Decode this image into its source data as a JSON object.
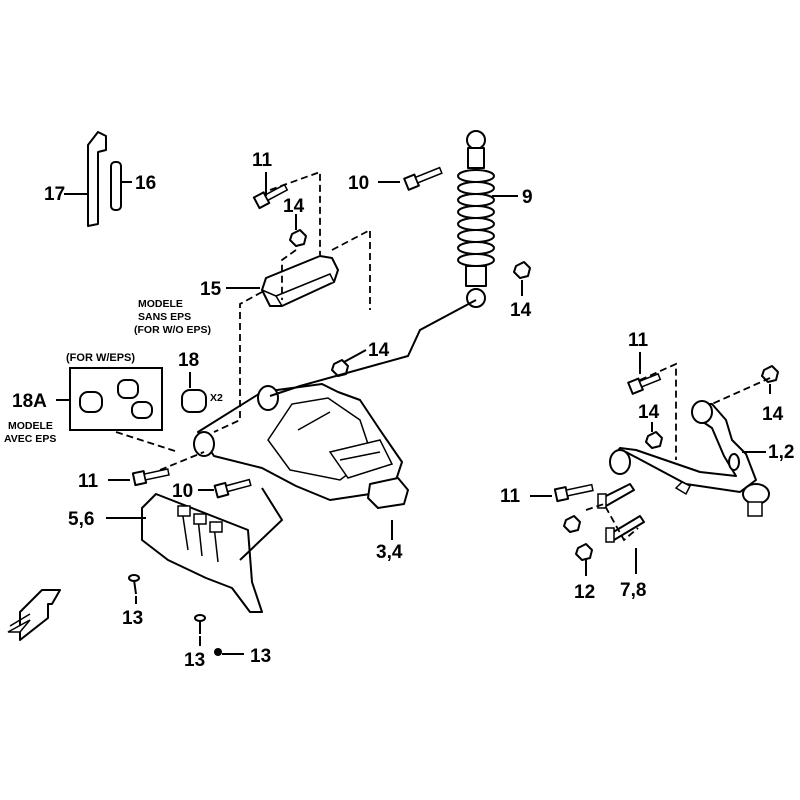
{
  "callouts": {
    "c1": "17",
    "c2": "16",
    "c3": "11",
    "c4": "14",
    "c5": "10",
    "c6": "9",
    "c7": "15",
    "c8": "14",
    "c9": "14",
    "c10": "18",
    "c11": "18A",
    "c12": "11",
    "c13": "10",
    "c14": "5,6",
    "c15": "3,4",
    "c16": "13",
    "c17": "13",
    "c18": "13",
    "c19": "11",
    "c20": "14",
    "c21": "14",
    "c22": "1,2",
    "c23": "11",
    "c24": "12",
    "c25": "7,8"
  },
  "notes": {
    "modele_sans_eps": "MODELE",
    "sans_eps": "SANS EPS",
    "for_wo_eps": "(FOR W/O EPS)",
    "for_weps": "(FOR W/EPS)",
    "modele_avec": "MODELE",
    "avec_eps": "AVEC EPS",
    "x2": "X2"
  }
}
